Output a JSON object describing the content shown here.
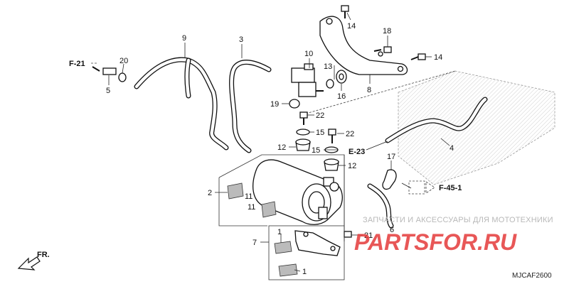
{
  "diagram_code": "MJCAF2600",
  "front_label": "FR.",
  "references": {
    "f21": "F-21",
    "e23": "E-23",
    "f451": "F-45-1"
  },
  "callouts": {
    "c1a": "1",
    "c1b": "1",
    "c2": "2",
    "c3": "3",
    "c4": "4",
    "c5": "5",
    "c6": "6",
    "c7": "7",
    "c8": "8",
    "c9": "9",
    "c10": "10",
    "c11a": "11",
    "c11b": "11",
    "c12a": "12",
    "c12b": "12",
    "c13": "13",
    "c14a": "14",
    "c14b": "14",
    "c15a": "15",
    "c15b": "15",
    "c16": "16",
    "c17": "17",
    "c18": "18",
    "c19": "19",
    "c20": "20",
    "c21": "21",
    "c22a": "22",
    "c22b": "22"
  },
  "watermark": {
    "tagline": "ЗАПЧАСТИ И АКСЕССУАРЫ ДЛЯ МОТОТЕХНИКИ",
    "logo": "PARTSFOR.RU"
  },
  "colors": {
    "line": "#111111",
    "watermark_logo": "#e53a3a",
    "watermark_text": "#b8b8b8"
  }
}
